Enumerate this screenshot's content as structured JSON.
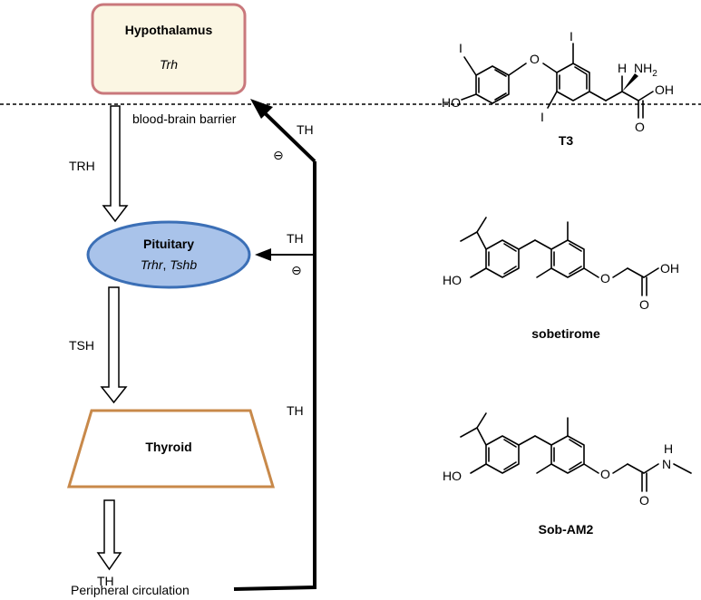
{
  "colors": {
    "hypothalamus_fill": "#fbf6e3",
    "hypothalamus_stroke": "#c9787c",
    "pituitary_fill": "#a9c3ea",
    "pituitary_stroke": "#3b6fb6",
    "thyroid_stroke": "#c8894a"
  },
  "axis": {
    "hypothalamus": {
      "title": "Hypothalamus",
      "gene": "Trh"
    },
    "barrier_label": "blood-brain barrier",
    "trh_label": "TRH",
    "pituitary": {
      "title": "Pituitary",
      "gene1": "Trhr",
      "sep": ", ",
      "gene2": "Tshb"
    },
    "tsh_label": "TSH",
    "thyroid": {
      "title": "Thyroid"
    },
    "th_out_label": "TH",
    "circulation_label": "Peripheral circulation",
    "th_top_label": "TH",
    "th_mid_label": "TH",
    "th_low_label": "TH",
    "inhibit_symbol": "⊖"
  },
  "molecules": {
    "t3": {
      "name": "T3",
      "atoms": {
        "iodine": "I",
        "oxygen": "O",
        "hydroxyl": "HO",
        "acid": "OH",
        "amine": "NH",
        "amine_sub": "2",
        "hydrogen": "H"
      }
    },
    "sobetirome": {
      "name": "sobetirome",
      "atoms": {
        "hydroxyl": "HO",
        "oxygen": "O",
        "acid": "OH"
      }
    },
    "sob_am2": {
      "name": "Sob-AM2",
      "atoms": {
        "hydroxyl": "HO",
        "oxygen": "O",
        "amide_n": "N",
        "amide_h": "H"
      }
    }
  }
}
